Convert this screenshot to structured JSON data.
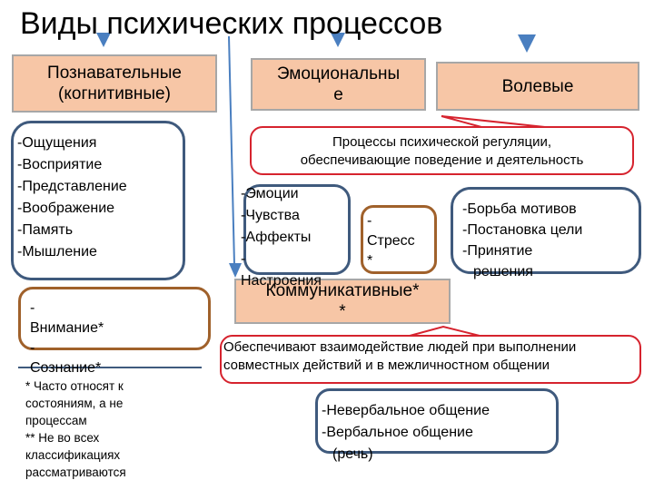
{
  "title": "Виды психических процессов",
  "headers": {
    "cognitive": [
      "Познавательные",
      "(когнитивные)"
    ],
    "emotional": [
      "Эмоциональны",
      "е"
    ],
    "volitional": "Волевые",
    "communicative": [
      "Коммуникативные*",
      "*"
    ]
  },
  "cognitive_list": [
    "-Ощущения",
    "-Восприятие",
    "-Представление",
    "-Воображение",
    "-Память",
    "-Мышление"
  ],
  "attention_list": [
    "-",
    "Внимание*",
    "-",
    "Сознание*"
  ],
  "emotional_list": [
    "-Эмоции",
    "-Чувства",
    "-Аффекты",
    "-",
    "Настроения"
  ],
  "stress_list": [
    "-",
    "Стресс",
    "*"
  ],
  "volitional_list": [
    "-Борьба мотивов",
    "-Постановка цели",
    "-Принятие",
    "решения"
  ],
  "regulation_callout": [
    "Процессы психической регуляции,",
    "обеспечивающие поведение и деятельность"
  ],
  "communication_callout": [
    "Обеспечивают взаимодействие людей при выполнении",
    "совместных действий и в межличностном общении"
  ],
  "communication_list": [
    "-Невербальное общение",
    "-Вербальное общение",
    "(речь)"
  ],
  "notes": {
    "note1": [
      "* Часто относят к",
      "состояниям, а не",
      "процессам"
    ],
    "note2": [
      "** Не во всех",
      "классификациях",
      "рассматриваются"
    ]
  },
  "colors": {
    "header_fill": "#f7c6a6",
    "blue_border": "#3f5a7d",
    "brown_border": "#a0612b",
    "red_border": "#d6232e",
    "arrow_blue": "#4a7fc0"
  }
}
